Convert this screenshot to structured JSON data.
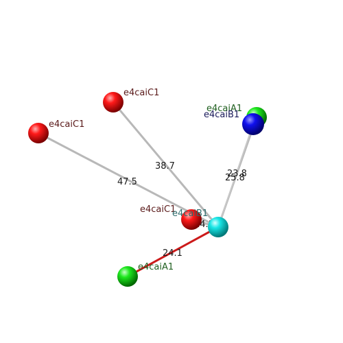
{
  "atoms": {
    "c1_far_left": {
      "label": "e4caiC1",
      "color": "#ff0000",
      "label_color": "#5a1a1a"
    },
    "c1_top": {
      "label": "e4caiC1",
      "color": "#ff0000",
      "label_color": "#5a1a1a"
    },
    "c1_center": {
      "label": "e4caiC1",
      "color": "#ff0000",
      "label_color": "#5a1a1a"
    },
    "a1_upper": {
      "label": "e4caiA1",
      "color": "#00ee00",
      "label_color": "#1f5f1f"
    },
    "b1_upper": {
      "label": "e4caiB1",
      "color": "#0000ee",
      "label_color": "#1a1a5a"
    },
    "b1_center": {
      "label": "e4caiB1",
      "color": "#00e5e5",
      "label_color": "#2a6a6a"
    },
    "a1_lower": {
      "label": "e4caiA1",
      "color": "#00ee00",
      "label_color": "#1f5f1f"
    }
  },
  "distances": {
    "d_far_left": "47.5",
    "d_top": "38.7",
    "d_a1_upper": "23.8",
    "d_b1_upper": "25.8",
    "d_center": "14.1",
    "d_a1_lower": "24.1"
  },
  "colors": {
    "bond_gray": "#b8b8b8",
    "bond_red": "#cc1a1a"
  }
}
